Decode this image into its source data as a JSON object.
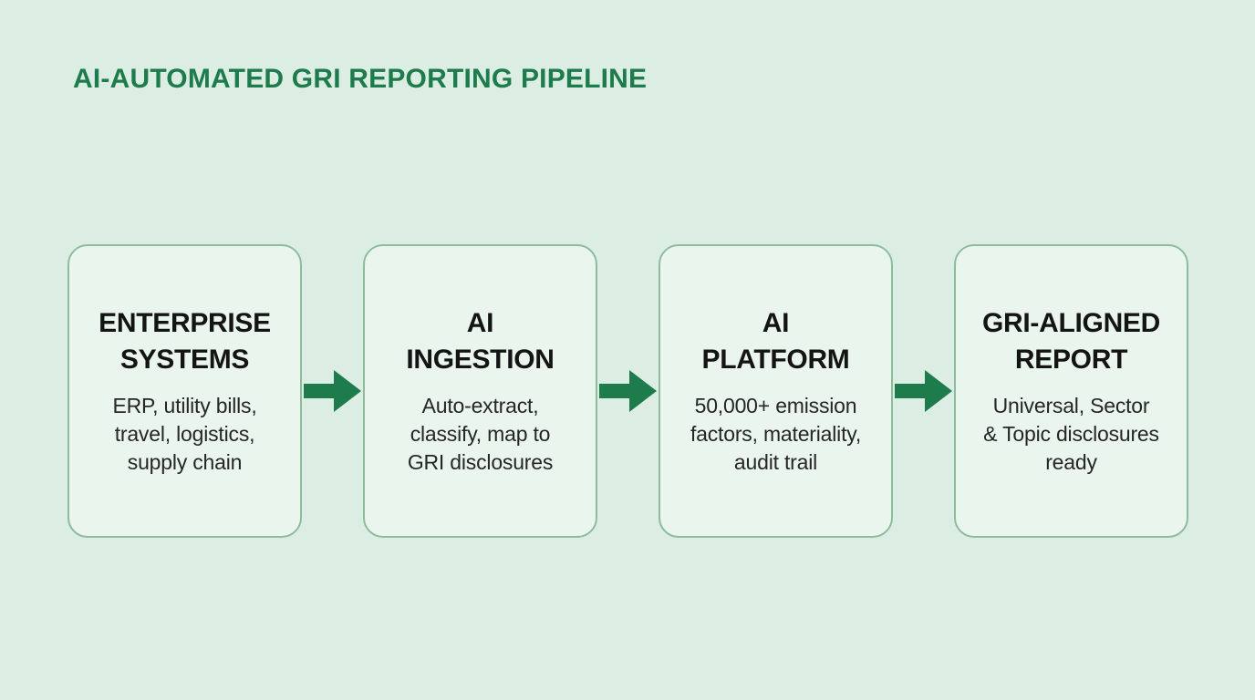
{
  "page_title": "AI-AUTOMATED GRI REPORTING PIPELINE",
  "colors": {
    "background": "#dceee4",
    "box_fill": "#eaf5ee",
    "box_border": "#8dbc9d",
    "accent_green": "#1e7b4b",
    "heading_text": "#141414",
    "body_text": "#262626"
  },
  "pipeline": {
    "arrow_icon": "arrow-right",
    "stages": [
      {
        "heading": "ENTERPRISE\nSYSTEMS",
        "description": "ERP, utility bills,\ntravel, logistics,\nsupply chain"
      },
      {
        "heading": "AI\nINGESTION",
        "description": "Auto-extract,\nclassify, map to\nGRI disclosures"
      },
      {
        "heading": "AI\nPLATFORM",
        "description": "50,000+ emission\nfactors, materiality,\naudit trail"
      },
      {
        "heading": "GRI-ALIGNED\nREPORT",
        "description": "Universal, Sector\n& Topic disclosures\nready"
      }
    ]
  }
}
